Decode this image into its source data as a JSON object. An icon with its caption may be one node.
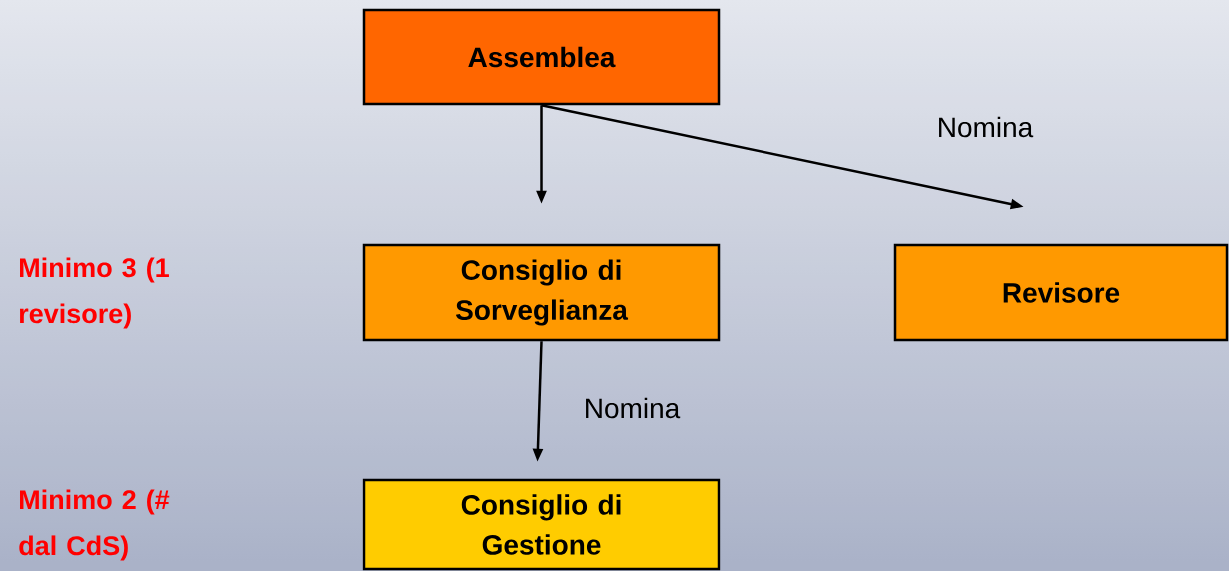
{
  "diagram": {
    "nodes": [
      {
        "text": [
          "Assemblea"
        ]
      },
      {
        "text": [
          "Consiglio di Sorveglianza"
        ]
      },
      {
        "text": [
          "Revisore"
        ]
      },
      {
        "text": [
          "Consiglio di Gestione"
        ]
      }
    ],
    "labels": [
      "Minimo 3 (1 revisore)",
      "Minimo 2 (# dal CdS)"
    ],
    "edges": [
      {
        "from": 0,
        "to": 1,
        "arrow": "to"
      },
      {
        "from": 0,
        "to": 2,
        "arrow": "to",
        "label": "Nomina"
      },
      {
        "from": 1,
        "to": 3,
        "arrow": "to",
        "label": "Nomina"
      }
    ]
  }
}
